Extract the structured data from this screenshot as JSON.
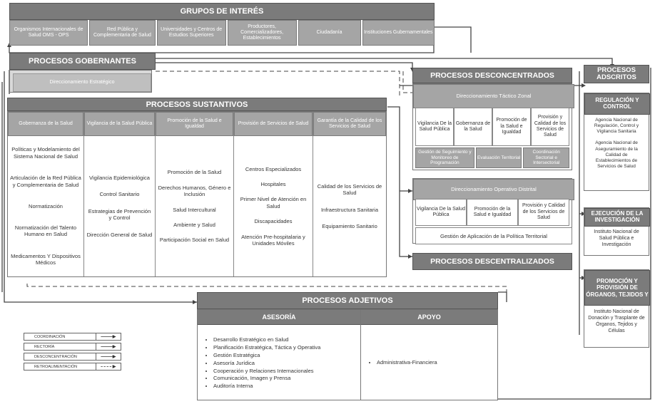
{
  "grupos": {
    "title": "GRUPOS DE INTERÉS",
    "items": [
      "Organismos Internacionales de Salud OMS - OPS",
      "Red Pública y Complementaria de Salud",
      "Universidades y Centros de Estudios Superiores",
      "Productores, Comercializadores, Establecimientos",
      "Ciudadanía",
      "Instituciones Gubernamentales"
    ]
  },
  "gobernantes": {
    "title": "PROCESOS GOBERNANTES",
    "item": "Direccionamiento Estratégico"
  },
  "sustantivos": {
    "title": "PROCESOS SUSTANTIVOS",
    "columns": [
      {
        "header": "Gobernanza de la Salud",
        "items": [
          "Políticas y Modelamiento del Sistema Nacional de Salud",
          "Articulación de la Red Pública y Complementaria de Salud",
          "Normatización",
          "Normatización del Talento Humano en Salud",
          "Medicamentos Y Dispositivos Médicos"
        ]
      },
      {
        "header": "Vigilancia de la Salud Pública",
        "items": [
          "Vigilancia Epidemiológica",
          "Control Sanitario",
          "Estrategias de Prevención y Control",
          "Dirección General de Salud"
        ]
      },
      {
        "header": "Promoción de la Salud e Igualdad",
        "items": [
          "Promoción de la Salud",
          "Derechos Humanos, Género e Inclusión",
          "Salud Intercultural",
          "Ambiente y Salud",
          "Participación Social en Salud"
        ]
      },
      {
        "header": "Provisión de Servicios de Salud",
        "items": [
          "Centros Especializados",
          "Hospitales",
          "Primer Nivel de Atención en Salud",
          "Discapacidades",
          "Atención Pre-hospitalaria y Unidades Móviles"
        ]
      },
      {
        "header": "Garantía de la Calidad de los Servicios de Salud",
        "items": [
          "Calidad de los Servicios de Salud",
          "Infraestructura Sanitaria",
          "Equipamiento Sanitario"
        ]
      }
    ]
  },
  "desconcentrados": {
    "title": "PROCESOS DESCONCENTRADOS",
    "tactico": {
      "title": "Direccionamiento Táctico Zonal",
      "cells": [
        "Vigilancia De la Salud Pública",
        "Gobernanza de la Salud",
        "Promoción de la Salud e Igualdad",
        "Provisión y Calidad de los Servicios de Salud"
      ],
      "bottom": [
        "Gestión de Seguimiento y Monitoreo de Programación",
        "Evaluación Territorial",
        "Coordinación Sectorial e Intersectorial"
      ]
    },
    "operativo": {
      "title": "Direccionamiento Operativo Distrital",
      "cells": [
        "Vigilancia De la Salud Pública",
        "Promoción de la Salud e Igualdad",
        "Provisión y Calidad de los Servicios de Salud"
      ],
      "bottom": "Gestión de Aplicación de la Política Territorial"
    }
  },
  "descentralizados": {
    "title": "PROCESOS DESCENTRALIZADOS"
  },
  "adscritos": {
    "title": "PROCESOS ADSCRITOS",
    "regulacion": {
      "title": "REGULACIÓN Y CONTROL",
      "items": [
        "Agencia Nacional de Regulación, Control y Vigilancia Sanitaria",
        "Agencia Nacional de Aseguramiento de la Calidad de Establecimientos de Servicios de Salud"
      ]
    },
    "investigacion": {
      "title": "EJECUCIÓN DE LA INVESTIGACIÓN",
      "item": "Instituto Nacional de Salud Pública e Investigación"
    },
    "promocion": {
      "title": "PROMOCIÓN Y PROVISIÓN DE ÓRGANOS, TEJIDOS Y",
      "item": "Instituto Nacional de Donación y Trasplante de Órganos, Tejidos y Células"
    }
  },
  "adjetivos": {
    "title": "PROCESOS ADJETIVOS",
    "asesoria": {
      "title": "ASESORÍA",
      "items": [
        "Desarrollo Estratégico en Salud",
        "Planificación Estratégica, Táctica y Operativa",
        "Gestión Estratégica",
        "Asesoría Jurídica",
        "Cooperación y Relaciones Internacionales",
        "Comunicación, Imagen y Prensa",
        "Auditoría Interna"
      ]
    },
    "apoyo": {
      "title": "APOYO",
      "items": [
        "Administrativa-Financiera"
      ]
    }
  },
  "legend": {
    "items": [
      "COORDINACIÓN",
      "RECTORÍA",
      "DESCONCENTRACIÓN",
      "RETROALIMENTACIÓN"
    ]
  }
}
